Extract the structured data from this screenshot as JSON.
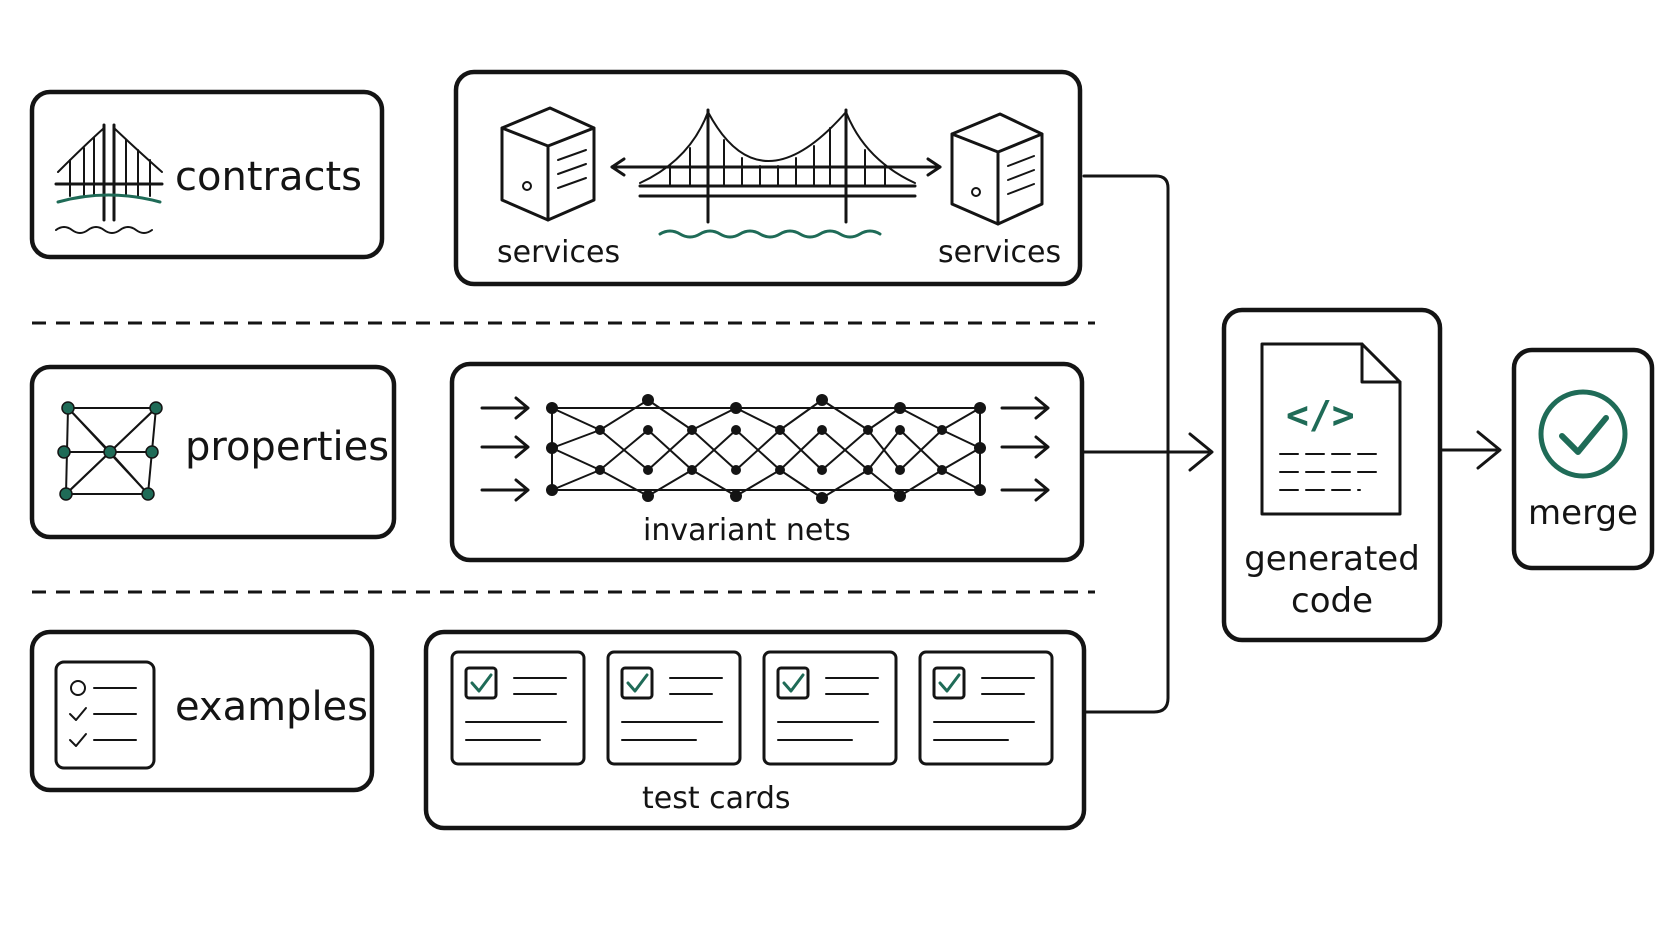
{
  "rows": {
    "contracts": {
      "label": "contracts",
      "left_service": "services",
      "right_service": "services"
    },
    "properties": {
      "label": "properties",
      "caption": "invariant nets"
    },
    "examples": {
      "label": "examples",
      "caption": "test cards"
    }
  },
  "output": {
    "line1": "generated",
    "line2": "code",
    "code_symbol": "</>"
  },
  "merge": {
    "label": "merge"
  },
  "colors": {
    "ink": "#141414",
    "accent": "#1f6b57"
  }
}
